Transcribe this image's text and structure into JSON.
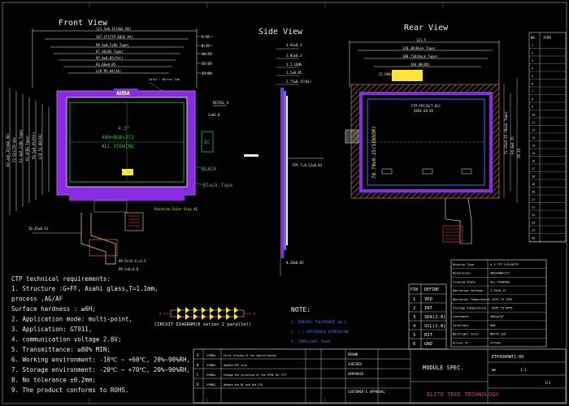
{
  "views": {
    "front_title": "Front View",
    "side_title": "Side View",
    "rear_title": "Rear View"
  },
  "front": {
    "dim_overall_width": "121.5±0.15(G&S OD)",
    "dim_top_2": "107.27(CTP-EDGE VA)",
    "dim_top_3": "98.4±0.2(BG Tape)",
    "dim_top_4": "97.40(BG Tape)",
    "dim_top_5": "95.4±0.05(Pol)",
    "dim_top_6": "93.60±0.05",
    "dim_top_7": "LCD 95.04(AA)",
    "brand_logo": "AUDA",
    "lcd_size": "4.3\"",
    "resolution": "480×RGB×272",
    "viewing": "ALL VIEWING",
    "black_label": "BLACK",
    "black_tape_label": "Black Tape",
    "ic_label": "IC",
    "fpc_note": "Color : Mirror Ink"
  },
  "side": {
    "dim_total": "4.42±0.3",
    "dim_a": "3.02±0.3",
    "dim_b": "1.1 LENS",
    "dim_c": "1.5±0.05",
    "dim_d": "2.75±0.15(BL)",
    "dim_e": "0.20±0.05",
    "detail_label": "DETAIL A"
  },
  "rear": {
    "dim_overall": "121.5",
    "dim_2": "120.38(Back Tape)",
    "dim_3": "108.718(Back Tape)",
    "dim_4": "104.90(OD)",
    "label_hatch": "25.998(3.5°A)",
    "vertical_label": "78.70±0.25(SENSOR)",
    "fpc_label": "CTP-FPC(B/T-EG)",
    "fpc_label2": "XXXX-XX-XX"
  },
  "notes": {
    "ctp_title": "CTP technical requirements:",
    "lines": [
      "1. Structure :G+FF, Asahi glass,T=1.1mm,",
      "   process ,AG/AF",
      "   Surface hardness : ≥6H;",
      "2. Application mode: multi-point,",
      "3. Application: GT911,",
      "4. communication voltage 2.8V;",
      "5. Transmittance: ≥80% MIN;",
      "6. Working environment: -10℃ ~ +60℃, 20%~90%RH,",
      "7. Storage environment: -20℃ ~ +70℃, 20%~90%RH,",
      "8. No tolerance ±0.2mm;",
      "9. The product conforms to ROHS."
    ],
    "circuit_label": "CIRCUIT DIAGRAM(8 series 2 parallel)",
    "note_title": "NOTE:",
    "note_lines": [
      "1. GENERAL TOLERANCE ±0.2",
      "2. ( ) REFERENCE DIMENSION",
      "3. COMPLIANT: RoHS"
    ]
  },
  "pinout": {
    "headers": [
      "PIN",
      "DEFINE"
    ],
    "rows": [
      [
        "1",
        "VDD"
      ],
      [
        "2",
        "INT"
      ],
      [
        "3",
        "SDA(2.8)"
      ],
      [
        "4",
        "SCL(2.8)"
      ],
      [
        "5",
        "RST"
      ],
      [
        "6",
        "GND"
      ]
    ]
  },
  "spec_table": {
    "rows": [
      [
        "Display Type",
        "4.3 TFT LCD/RCTP"
      ],
      [
        "Resolution",
        "480×RGB×272"
      ],
      [
        "Viewing Angle",
        "ALL VIEWING"
      ],
      [
        "Operating Voltage",
        "3.3V±0.1V"
      ],
      [
        "Operation Temperature",
        "-20℃ TO 70℃"
      ],
      [
        "Storage Temperature",
        "-30℃ TO 80℃"
      ],
      [
        "Luminance",
        "400cd/m²"
      ],
      [
        "Interface",
        "RGB"
      ],
      [
        "Backlight Color",
        "WHITE LED"
      ],
      [
        "Driver IC",
        "ST7282"
      ]
    ]
  },
  "title_block": {
    "module_spec": "MODULE SPEC.",
    "company": "ELITE TREE TECHNOLOGY",
    "drawing_no": "ETP4300WT1-89",
    "rev_rows": [
      [
        "A",
        "SYMBOL",
        "First release of the specification",
        "",
        ""
      ],
      [
        "B",
        "SYMBOL",
        "Update FPC size",
        "",
        ""
      ],
      [
        "C",
        "SYMBOL",
        "Change the structure of the FPCB for CTP",
        "",
        ""
      ],
      [
        "D",
        "SYMBOL",
        "Update the BL and the LCD",
        "",
        ""
      ]
    ],
    "drawn": "DRAWN",
    "checked": "CHECKED",
    "approved": "APPROVED",
    "customer": "CUSTOMER'S APPROVAL",
    "unit": "mm",
    "scale": "1:1",
    "sheet": "1/1"
  },
  "parts_list": {
    "header": [
      "NO.",
      "ITEM"
    ],
    "count": 26
  },
  "colors": {
    "background": "#000000",
    "purple": "#8a2be2",
    "green": "#1fcc3c",
    "blue": "#2f7dff",
    "orange": "#ff8c1a",
    "red": "#ff3030",
    "yellow": "#ffe23a",
    "white": "#f0f0f0",
    "cyan": "#22d3ee",
    "brown_hatch": "#b07828"
  }
}
